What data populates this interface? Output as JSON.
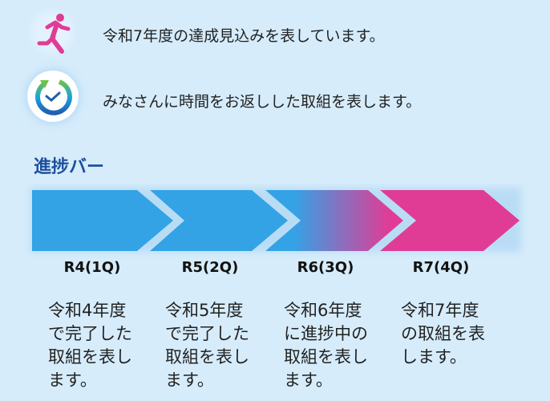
{
  "legend": [
    {
      "icon": "running-person-icon",
      "text": "令和7年度の達成見込みを表しています。"
    },
    {
      "icon": "clock-return-icon",
      "text": "みなさんに時間をお返しした取組を表します。"
    }
  ],
  "progress": {
    "title": "進捗バー",
    "colors": {
      "blue": "#33a3e6",
      "pink": "#e03c96"
    },
    "stages": [
      {
        "label": "R4(1Q)",
        "description": "令和4年度で完了した取組を表します。"
      },
      {
        "label": "R5(2Q)",
        "description": "令和5年度で完了した取組を表します。"
      },
      {
        "label": "R6(3Q)",
        "description": "令和6年度に進捗中の取組を表します。"
      },
      {
        "label": "R7(4Q)",
        "description": "令和7年度の取組を表します。"
      }
    ]
  }
}
